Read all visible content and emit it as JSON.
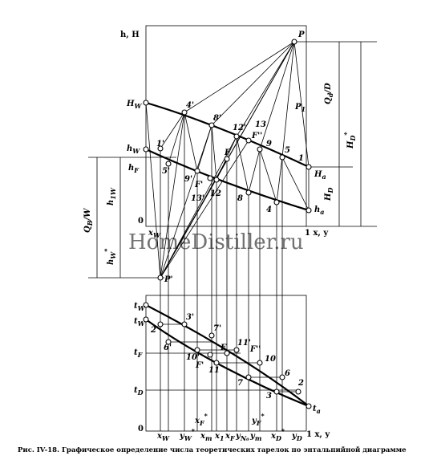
{
  "caption": "Рис. IV-18. Графическое определение числа теоретических тарелок по энтальпийной диаграмме",
  "watermark": "HomeDistiller.ru",
  "top_axis_labels": {
    "y_title": "h, H",
    "origin": "0",
    "x_axis": "1 x, y",
    "H_W": "H",
    "H_W_sub": "W",
    "h_W": "h",
    "h_W_sub": "W",
    "h_F": "h",
    "h_F_sub": "F",
    "x_W": "x",
    "x_W_sub": "W",
    "P": "P",
    "P1": "P",
    "P1_sub": "1",
    "P_prime": "P'",
    "H_a": "H",
    "H_a_sub": "a",
    "h_a": "h",
    "h_a_sub": "a",
    "F": "F",
    "F_prime": "F'",
    "F_dprime": "F''"
  },
  "top_dimensions": {
    "Qd_D": "Q",
    "Qd_D_sub": "d",
    "Qd_D_rest": "/D",
    "H_D_star": "H",
    "H_D_star_sub": "D",
    "H_D_star_sup": "*",
    "H_D": "H",
    "H_D_sub": "D",
    "Qb_W": "Q",
    "Qb_W_sub": "B",
    "Qb_W_rest": "/W",
    "h_1W": "h",
    "h_1W_sub": "1W",
    "h_W_star": "h",
    "h_W_star_sub": "W",
    "h_W_star_sup": "*"
  },
  "top_points": {
    "upper": [
      "4'",
      "8'",
      "12'",
      "13",
      "9",
      "5",
      "1"
    ],
    "lower": [
      "1'",
      "5'",
      "9'",
      "13'",
      "12",
      "8",
      "4"
    ]
  },
  "bottom_axis_labels": {
    "origin": "0",
    "x_axis": "1 x, y",
    "t_W": "t",
    "t_W_sub": "W",
    "t_w": "t",
    "t_w_sub": "W",
    "t_F": "t",
    "t_F_sub": "F",
    "t_D": "t",
    "t_D_sub": "D",
    "t_a": "t",
    "t_a_sub": "a",
    "F": "F",
    "F_prime": "F'",
    "F_dprime": "F''"
  },
  "bottom_points": {
    "upper": [
      "3'",
      "7'",
      "11'",
      "10",
      "6",
      "2"
    ],
    "lower": [
      "2'",
      "6'",
      "10'",
      "11",
      "7",
      "3"
    ]
  },
  "bottom_x_ticks": {
    "x_W": "x",
    "x_W_sub": "W",
    "y_W_star": "y",
    "y_W_star_sub": "W",
    "y_W_star_sup": "*",
    "x_m": "x",
    "x_m_sub": "m",
    "x_F_star": "x",
    "x_F_star_sub": "F",
    "x_F_star_sup": "*",
    "x_1": "x",
    "x_1_sub": "1",
    "x_F": "x",
    "x_F_sub": "F",
    "y_N0": "y",
    "y_N0_sub": "N₀",
    "y_m": "y",
    "y_m_sub": "m",
    "y_F_star": "y",
    "y_F_star_sub": "F",
    "y_F_star_sup": "*",
    "x_D_star": "x",
    "x_D_star_sub": "D",
    "x_D_star_sup": "*",
    "y_D": "y",
    "y_D_sub": "D"
  }
}
